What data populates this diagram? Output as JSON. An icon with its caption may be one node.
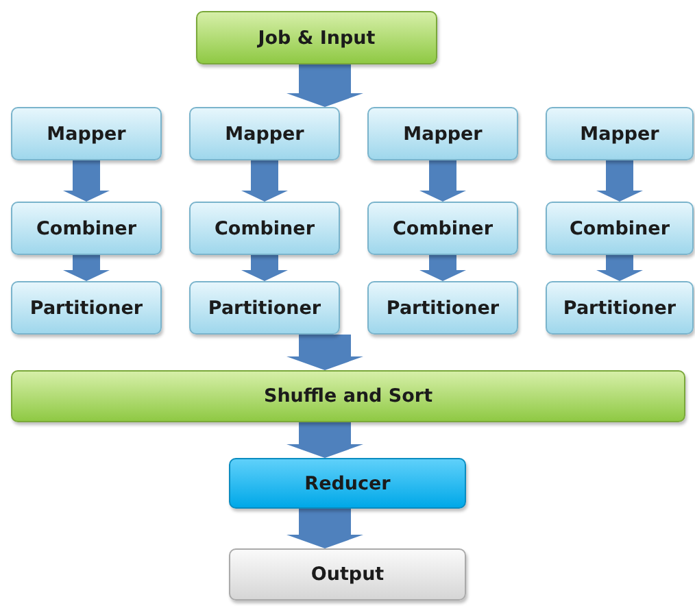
{
  "diagram": {
    "nodes": [
      {
        "text": [
          "Job & Input"
        ]
      },
      {
        "text": [
          "Mapper"
        ]
      },
      {
        "text": [
          "Mapper"
        ]
      },
      {
        "text": [
          "Mapper"
        ]
      },
      {
        "text": [
          "Mapper"
        ]
      },
      {
        "text": [
          "Combiner"
        ]
      },
      {
        "text": [
          "Combiner"
        ]
      },
      {
        "text": [
          "Combiner"
        ]
      },
      {
        "text": [
          "Combiner"
        ]
      },
      {
        "text": [
          "Partitioner"
        ]
      },
      {
        "text": [
          "Partitioner"
        ]
      },
      {
        "text": [
          "Partitioner"
        ]
      },
      {
        "text": [
          "Partitioner"
        ]
      },
      {
        "text": [
          "Shuffle and Sort"
        ]
      },
      {
        "text": [
          "Reducer"
        ]
      },
      {
        "text": [
          "Output"
        ]
      }
    ],
    "edges": [
      {
        "from": 0,
        "to": 2,
        "arrow": "to",
        "style": "thick"
      },
      {
        "from": 1,
        "to": 5,
        "arrow": "to"
      },
      {
        "from": 2,
        "to": 6,
        "arrow": "to"
      },
      {
        "from": 3,
        "to": 7,
        "arrow": "to"
      },
      {
        "from": 4,
        "to": 8,
        "arrow": "to"
      },
      {
        "from": 5,
        "to": 9,
        "arrow": "to"
      },
      {
        "from": 6,
        "to": 10,
        "arrow": "to"
      },
      {
        "from": 7,
        "to": 11,
        "arrow": "to"
      },
      {
        "from": 8,
        "to": 12,
        "arrow": "to"
      },
      {
        "from": 10,
        "to": 13,
        "arrow": "to",
        "style": "thick"
      },
      {
        "from": 13,
        "to": 14,
        "arrow": "to",
        "style": "thick"
      },
      {
        "from": 14,
        "to": 15,
        "arrow": "to",
        "style": "thick"
      }
    ]
  }
}
